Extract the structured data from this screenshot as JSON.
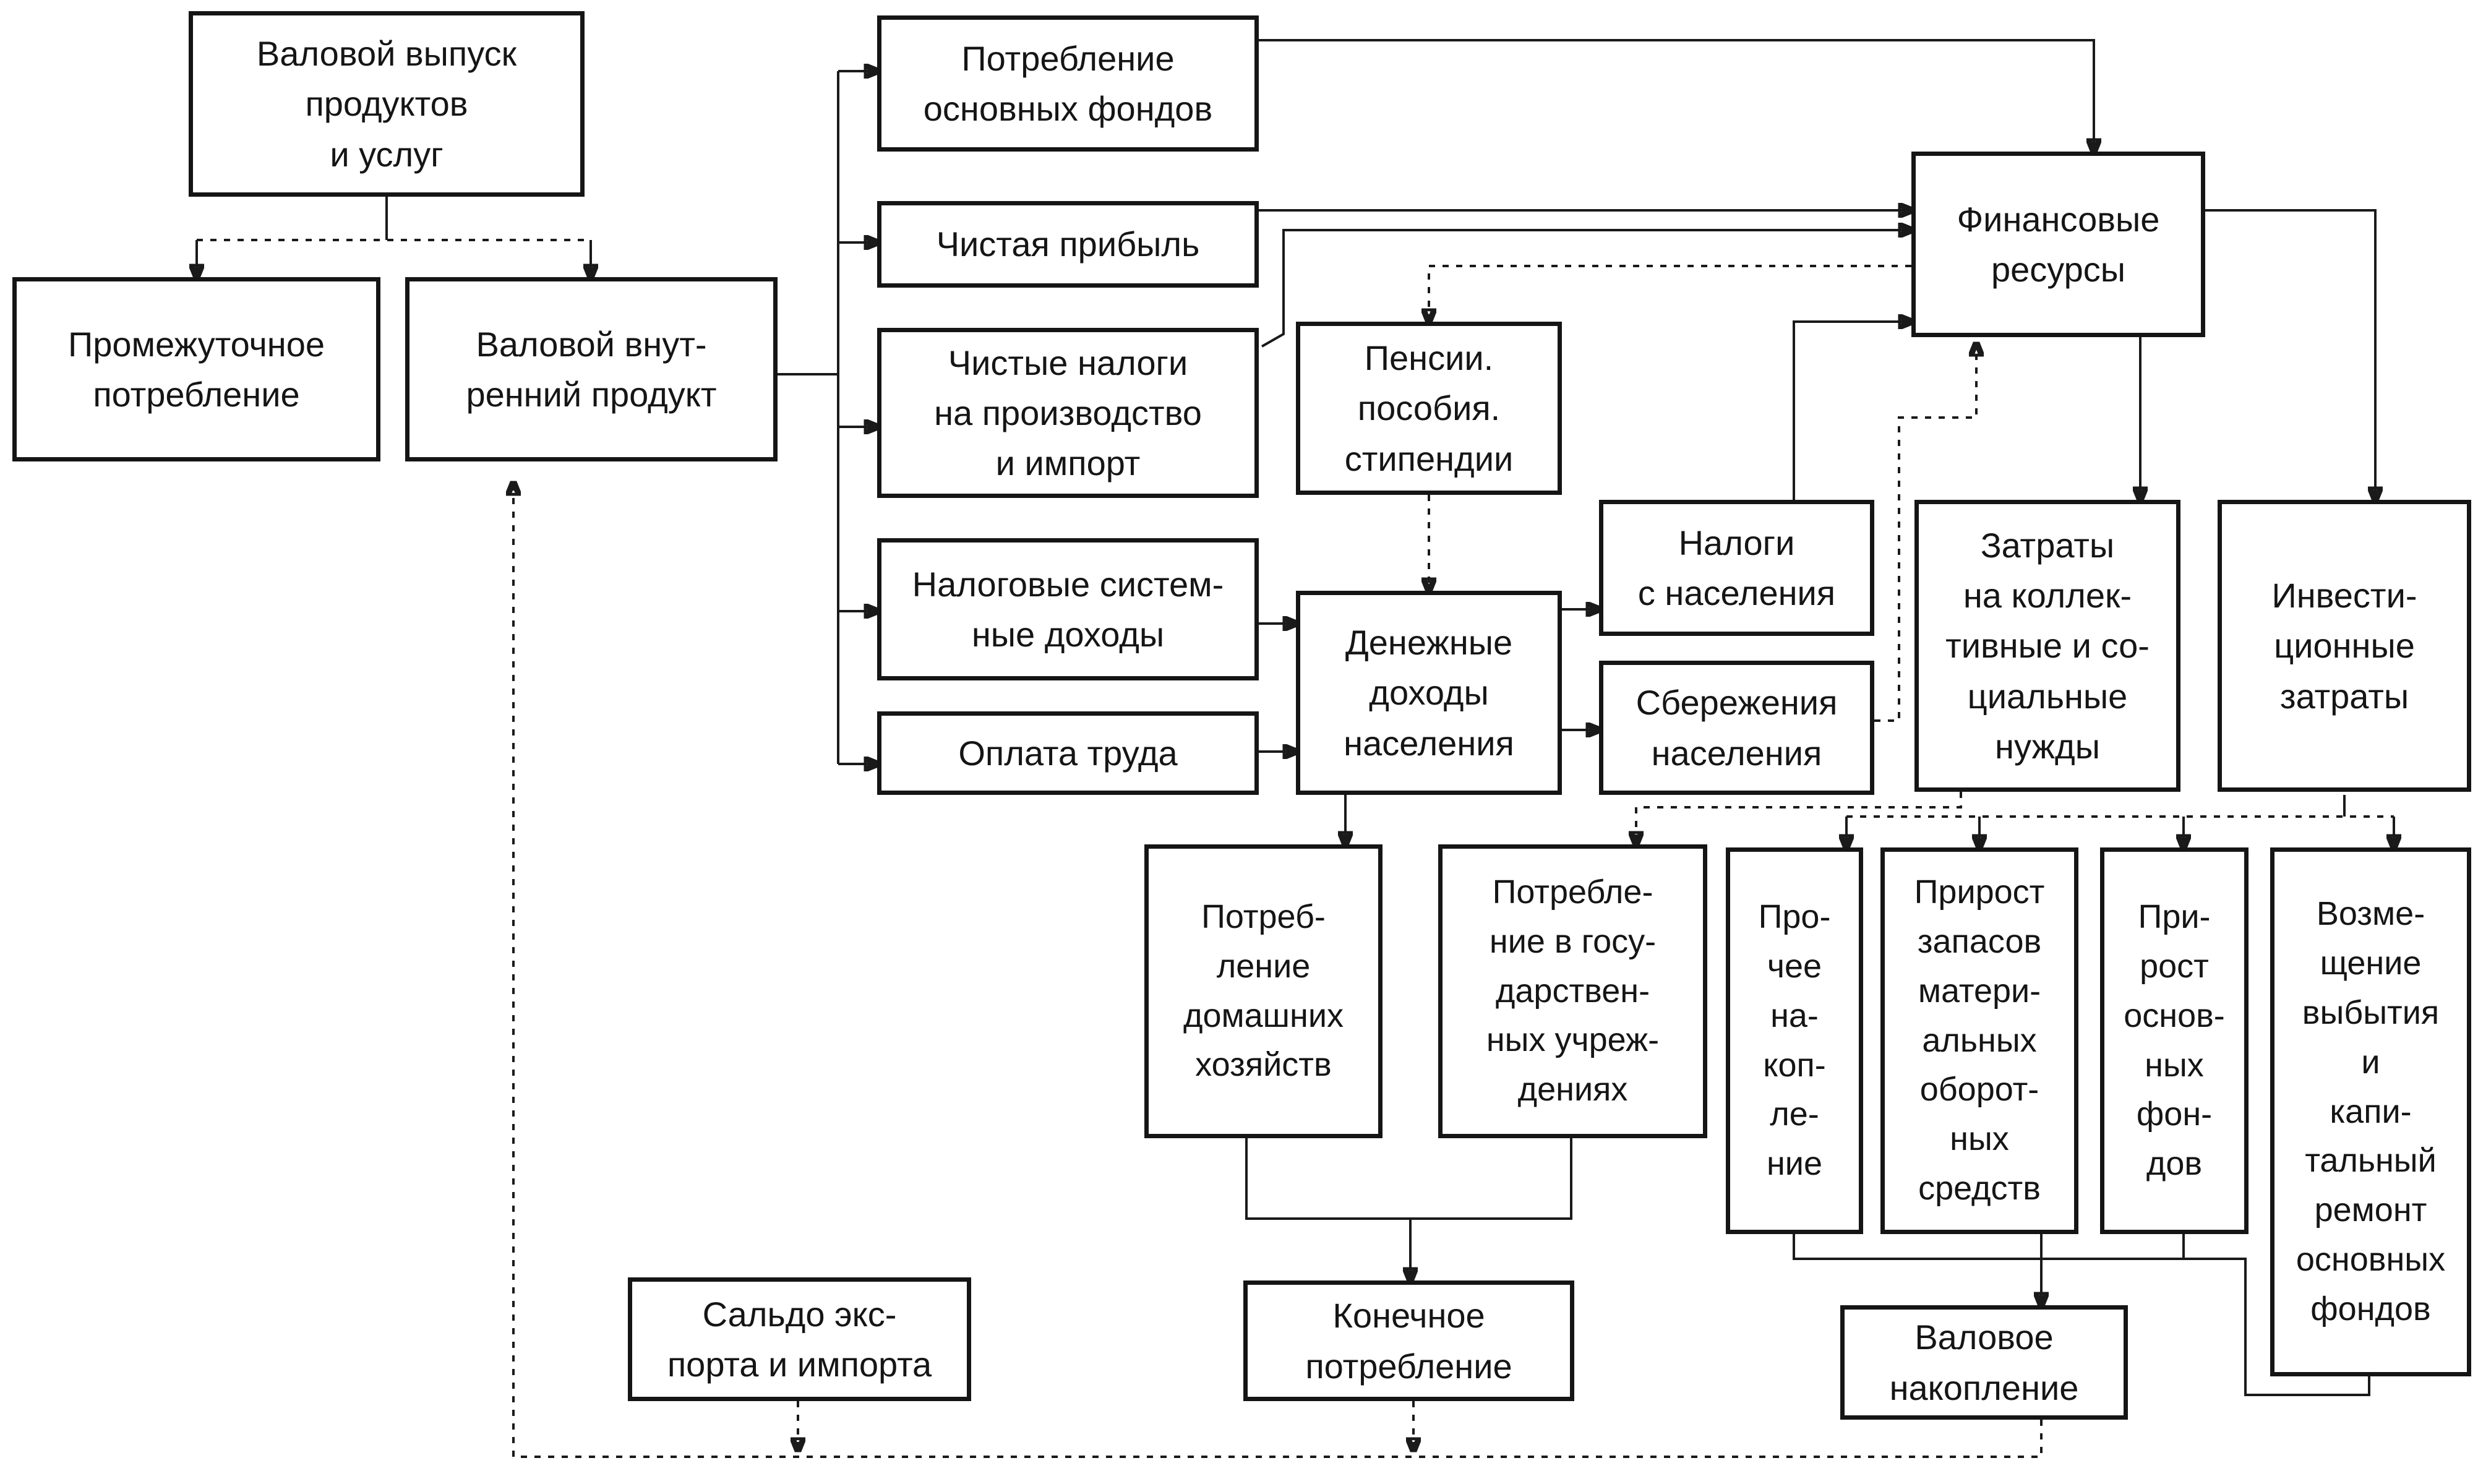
{
  "diagram": {
    "nodes": {
      "gross_output": "Валовой выпуск\nпродуктов\nи услуг",
      "intermediate": "Промежуточное\nпотребление",
      "gdp": "Валовой внут-\nренний продукт",
      "fixed_capital": "Потребление\nосновных фондов",
      "net_profit": "Чистая прибыль",
      "net_taxes": "Чистые налоги\nна производство\nи импорт",
      "tax_income": "Налоговые систем-\nные доходы",
      "wages": "Оплата труда",
      "pensions": "Пенсии.\nпособия.\nстипендии",
      "cash_income": "Денежные\nдоходы\nнаселения",
      "financial": "Финансовые\nресурсы",
      "pop_taxes": "Налоги\nс населения",
      "savings": "Сбережения\nнаселения",
      "collective": "Затраты\nна коллек-\nтивные и со-\nциальные\nнужды",
      "investment": "Инвести-\nционные\nзатраты",
      "households": "Потреб-\nление\nдомашних\nхозяйств",
      "government": "Потребле-\nние в госу-\nдарствен-\nных учреж-\nдениях",
      "other_accum": "Про-\nчее\nна-\nкоп-\nле-\nние",
      "inventories": "Прирост\nзапасов\nматери-\nальных\nоборот-\nных\nсредств",
      "fixed_growth": "При-\nрост\nоснов-\nных\nфон-\nдов",
      "replacement": "Возме-\nщение\nвыбытия\nи\nкапи-\nтальный\nремонт\nосновных\nфондов",
      "net_export": "Сальдо экс-\nпорта и импорта",
      "final_consumption": "Конечное\nпотребление",
      "gross_accum": "Валовое\nнакопление"
    }
  }
}
